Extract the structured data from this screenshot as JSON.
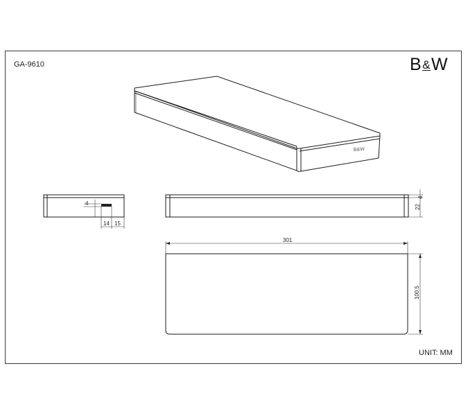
{
  "drawing": {
    "model_number": "GA-9610",
    "brand": {
      "left": "B",
      "amp": "&",
      "right": "W"
    },
    "unit_label": "UNIT: MM",
    "product_logo_text": "B&W"
  },
  "dimensions": {
    "side_view": {
      "logo_height": "4",
      "offset_a": "14",
      "offset_b": "15"
    },
    "front_view": {
      "lid_height": "4",
      "body_height": "22"
    },
    "top_view": {
      "length": "301",
      "width": "100.5"
    }
  }
}
